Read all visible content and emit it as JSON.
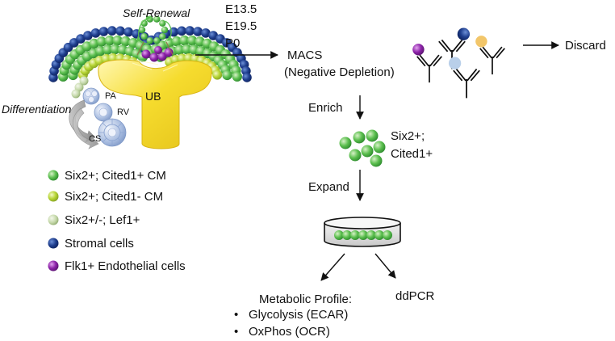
{
  "labels": {
    "self_renewal": "Self-Renewal",
    "differentiation": "Differentiation",
    "ub": "UB",
    "pa": "PA",
    "rv": "RV",
    "cs": "CS"
  },
  "timepoints": [
    "E13.5",
    "E19.5",
    "P0"
  ],
  "steps": {
    "macs": [
      "MACS",
      "(Negative Depletion)"
    ],
    "discard": "Discard",
    "enrich": "Enrich",
    "sorted_cells": [
      "Six2+;",
      "Cited1+"
    ],
    "expand": "Expand",
    "ddpcr": "ddPCR",
    "metabolic_title": "Metabolic Profile:",
    "metabolic_items": [
      "Glycolysis (ECAR)",
      "OxPhos (OCR)"
    ]
  },
  "legend": [
    {
      "label": "Six2+; Cited1+ CM",
      "color": "#4caf50"
    },
    {
      "label": "Six2+; Cited1- CM",
      "color": "#b5d334"
    },
    {
      "label": "Six2+/-; Lef1+",
      "color": "#c5d9a8"
    },
    {
      "label": "Stromal cells",
      "color": "#1f3f8f"
    },
    {
      "label": "Flk1+ Endothelial cells",
      "color": "#8e24aa"
    }
  ],
  "colors": {
    "ureteric_bud": "#f6dc2e",
    "stroma": "#1f3f8f",
    "cm_green": "#4caf50",
    "cm_light": "#b5d334",
    "endothelial": "#8e24aa",
    "nephron_blue": "#a9bde0",
    "antibody_yellow": "#f2c66a",
    "antibody_lightblue": "#b9cfe9"
  }
}
